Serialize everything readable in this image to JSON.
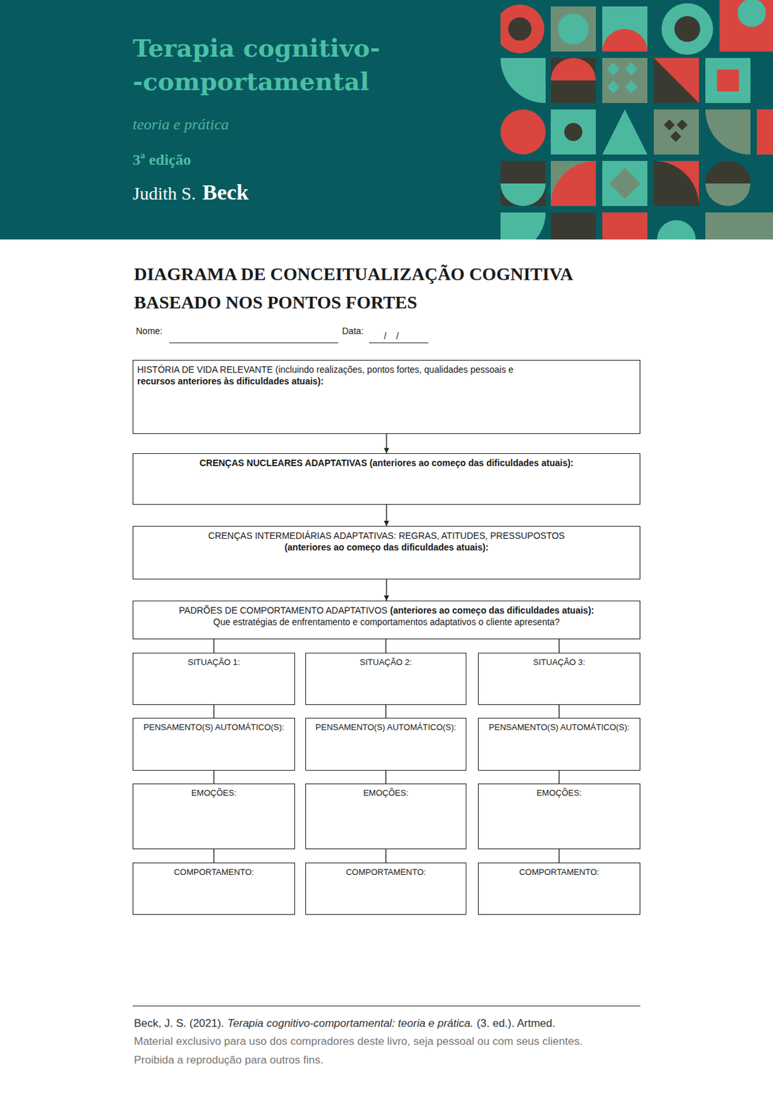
{
  "diagram": {
    "title": "DIAGRAMA DE CONCEITUALIZAÇÃO COGNITIVA BASEADO NOS PONTOS FORTES",
    "nodes": [
      {
        "text": [
          "HISTÓRIA DE VIDA RELEVANTE (incluindo realizações, pontos fortes, qualidades pessoais e",
          "recursos anteriores às dificuldades atuais):"
        ]
      },
      {
        "text": [
          "CRENÇAS NUCLEARES ADAPTATIVAS (anteriores ao começo das dificuldades atuais):"
        ]
      },
      {
        "text": [
          "CRENÇAS INTERMEDIÁRIAS ADAPTATIVAS: REGRAS, ATITUDES, PRESSUPOSTOS",
          "(anteriores ao começo das dificuldades atuais):"
        ]
      },
      {
        "text": [
          "PADRÕES DE COMPORTAMENTO ADAPTATIVOS",
          "(anteriores ao começo das dificuldades atuais):",
          "Que estratégias de enfrentamento e comportamentos adaptativos o cliente apresenta?"
        ]
      },
      {
        "text": [
          "SITUAÇÃO 1:"
        ]
      },
      {
        "text": [
          "SITUAÇÃO 2:"
        ]
      },
      {
        "text": [
          "SITUAÇÃO 3:"
        ]
      },
      {
        "text": [
          "PENSAMENTO(S) AUTOMÁTICO(S):"
        ]
      },
      {
        "text": [
          "PENSAMENTO(S) AUTOMÁTICO(S):"
        ]
      },
      {
        "text": [
          "PENSAMENTO(S) AUTOMÁTICO(S):"
        ]
      },
      {
        "text": [
          "EMOÇÕES:"
        ]
      },
      {
        "text": [
          "EMOÇÕES:"
        ]
      },
      {
        "text": [
          "EMOÇÕES:"
        ]
      },
      {
        "text": [
          "COMPORTAMENTO:"
        ]
      },
      {
        "text": [
          "COMPORTAMENTO:"
        ]
      },
      {
        "text": [
          "COMPORTAMENTO:"
        ]
      }
    ],
    "edges": [
      {
        "from": 0,
        "to": 1,
        "arrow": "to"
      },
      {
        "from": 1,
        "to": 2,
        "arrow": "to"
      },
      {
        "from": 2,
        "to": 3,
        "arrow": "to"
      },
      {
        "from": 3,
        "to": 4,
        "arrow": "none"
      },
      {
        "from": 3,
        "to": 5,
        "arrow": "none"
      },
      {
        "from": 3,
        "to": 6,
        "arrow": "none"
      },
      {
        "from": 4,
        "to": 7,
        "arrow": "none"
      },
      {
        "from": 5,
        "to": 8,
        "arrow": "none"
      },
      {
        "from": 6,
        "to": 9,
        "arrow": "none"
      },
      {
        "from": 7,
        "to": 10,
        "arrow": "none"
      },
      {
        "from": 8,
        "to": 11,
        "arrow": "none"
      },
      {
        "from": 9,
        "to": 12,
        "arrow": "none"
      },
      {
        "from": 10,
        "to": 13,
        "arrow": "none"
      },
      {
        "from": 11,
        "to": 14,
        "arrow": "none"
      },
      {
        "from": 12,
        "to": 15,
        "arrow": "none"
      }
    ],
    "labels": [
      "Terapia cognitivo-",
      "-comportamental",
      "teoria e prática",
      "3ª edição",
      "Judith S.",
      "Beck",
      "Nome:",
      "Data:",
      "/",
      "/",
      "Beck, J. S. (2021).",
      "Terapia cognitivo-comportamental: teoria e prática.",
      "(3. ed.). Artmed.",
      "Material exclusivo para uso dos compradores deste livro, seja pessoal ou com seus clientes.",
      "Proibida a reprodução para outros fins."
    ]
  }
}
